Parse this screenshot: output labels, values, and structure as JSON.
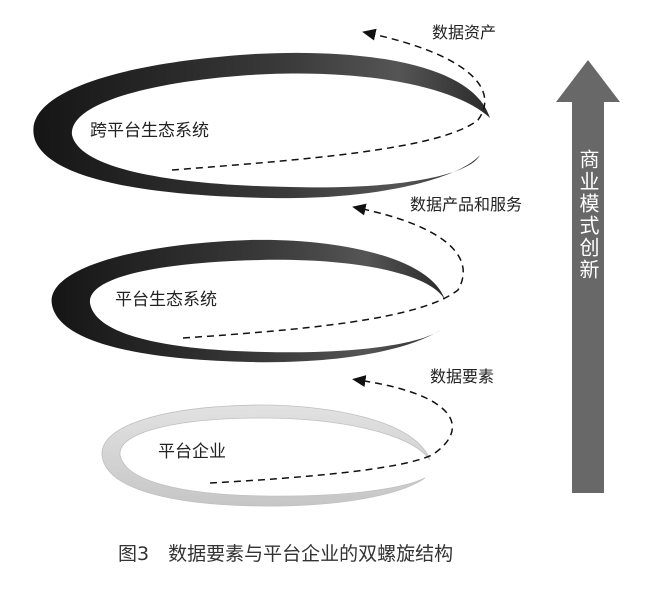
{
  "diagram": {
    "rings": [
      {
        "label": "跨平台生态系统",
        "tone": "dark"
      },
      {
        "label": "平台生态系统",
        "tone": "dark"
      },
      {
        "label": "平台企业",
        "tone": "light"
      }
    ],
    "flows": [
      {
        "label": "数据资产"
      },
      {
        "label": "数据产品和服务"
      },
      {
        "label": "数据要素"
      }
    ],
    "side_arrow": {
      "label": "商业模式创新"
    },
    "caption": "图3　数据要素与平台企业的双螺旋结构"
  },
  "colors": {
    "ring_dark": "#1a1a1a",
    "ring_mid": "#6b6b6b",
    "ring_light": "#d0d0d0",
    "arrow": "#686868",
    "text": "#222222"
  }
}
